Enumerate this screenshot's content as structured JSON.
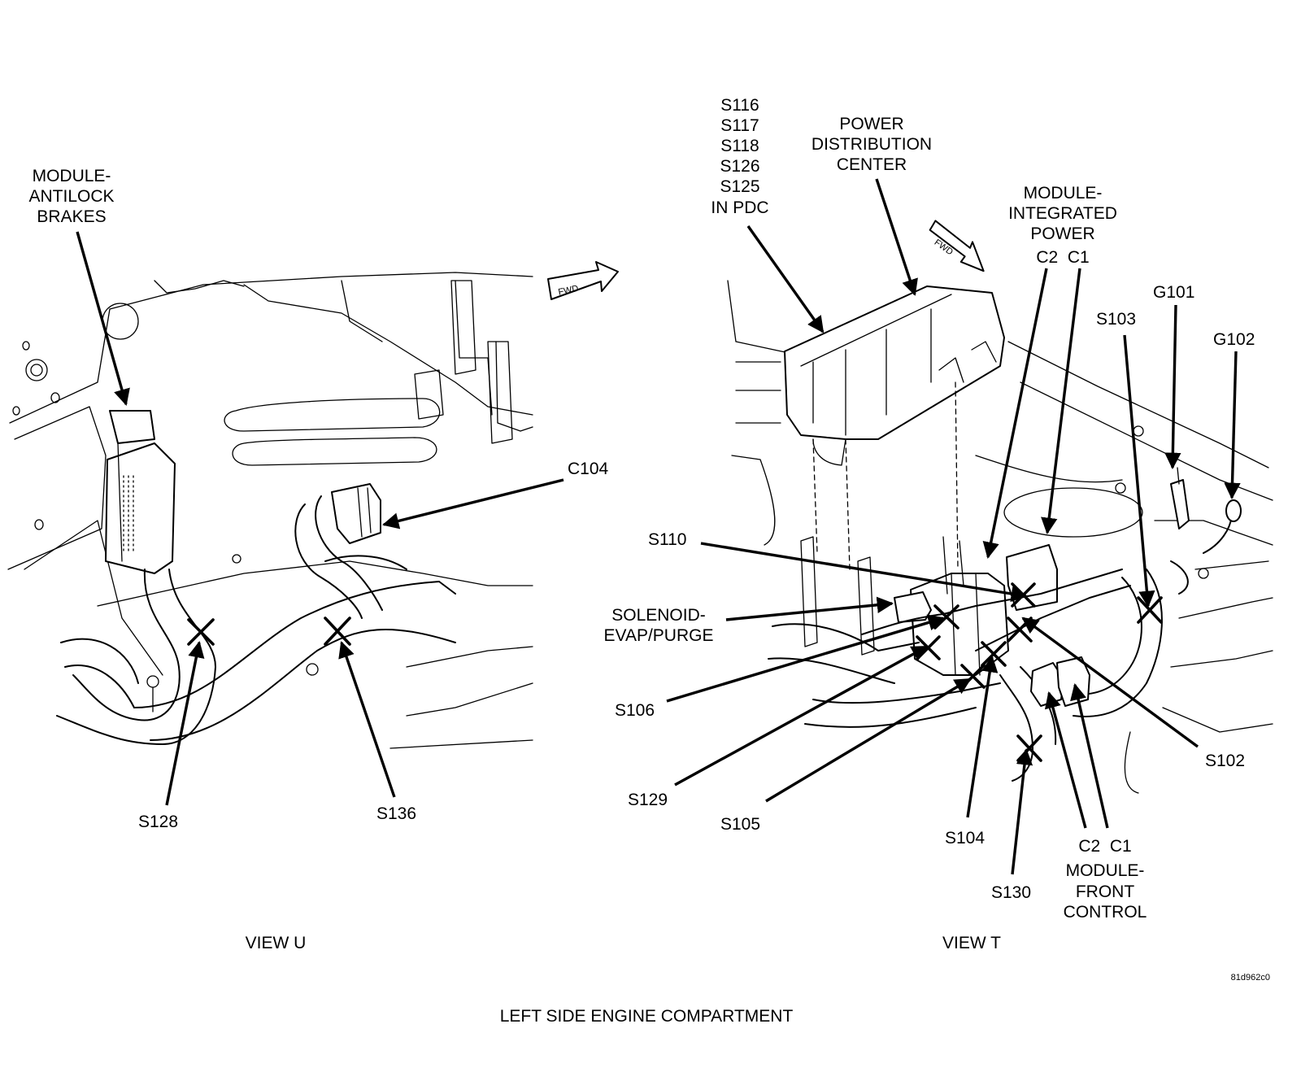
{
  "views": {
    "left_caption": "VIEW U",
    "right_caption": "VIEW T"
  },
  "page_title": "LEFT SIDE ENGINE COMPARTMENT",
  "figure_id": "81d962c0",
  "fwd_label": "FWD",
  "view_u_labels": {
    "abs_module": [
      "MODULE-",
      "ANTILOCK",
      "BRAKES"
    ],
    "c104": "C104",
    "s128": "S128",
    "s136": "S136"
  },
  "view_t_labels": {
    "pdc_splices": [
      "S116",
      "S117",
      "S118",
      "S126",
      "S125",
      "IN PDC"
    ],
    "pdc": [
      "POWER",
      "DISTRIBUTION",
      "CENTER"
    ],
    "integrated_power": [
      "MODULE-",
      "INTEGRATED",
      "POWER",
      "C2  C1"
    ],
    "s103": "S103",
    "g101": "G101",
    "g102": "G102",
    "s110": "S110",
    "solenoid": [
      "SOLENOID-",
      "EVAP/PURGE"
    ],
    "s106": "S106",
    "s129": "S129",
    "s105": "S105",
    "s104": "S104",
    "s130": "S130",
    "s102": "S102",
    "front_control": [
      "C2  C1",
      "MODULE-",
      "FRONT",
      "CONTROL"
    ]
  }
}
